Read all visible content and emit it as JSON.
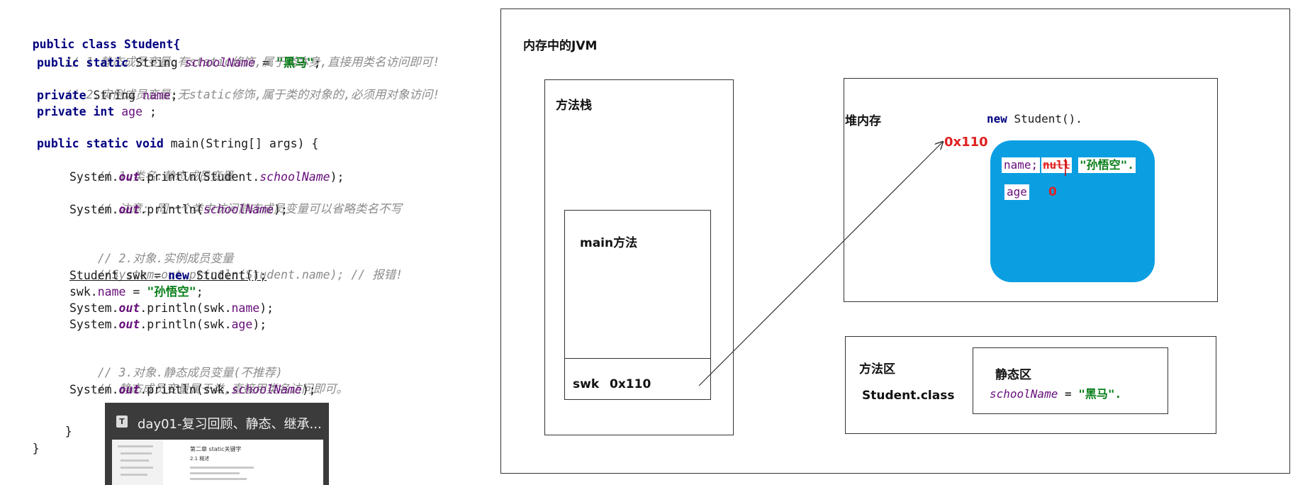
{
  "code": {
    "l1": "public class Student{",
    "l2": "// 1.静态成员变量:有static修饰,属于类本身,直接用类名访问即可!",
    "l3_kw": "public static",
    "l3_type": " String ",
    "l3_field": "schoolName",
    "l3_eq": " = ",
    "l3_val": "\"黑马\"",
    "l3_end": ";",
    "l4": "// 2.实例成员变量:无static修饰,属于类的对象的,必须用对象访问!",
    "l5_kw": "private",
    "l5_rest": " String ",
    "l5_field": "name",
    "l5_end": ";",
    "l6_kw": "private int",
    "l6_field": " age",
    "l6_end": " ;",
    "l7_kw": "public static void",
    "l7_rest": " main(String[] args) {",
    "l8": "// 1.类名.静态成员变量",
    "l9_a": "System.",
    "l9_out": "out",
    "l9_b": ".println(Student.",
    "l9_field": "schoolName",
    "l9_c": ");",
    "l10": "// 注意: 同一个类中访问静态成员变量可以省略类名不写",
    "l11_a": "System.",
    "l11_out": "out",
    "l11_b": ".println(",
    "l11_field": "schoolName",
    "l11_c": ");",
    "l12": "// 2.对象.实例成员变量",
    "l13": "//System.out.println(Student.name); // 报错!",
    "l14_a": "Student swk = ",
    "l14_kw": "new",
    "l14_b": " Student();",
    "l15_a": "swk.",
    "l15_field": "name",
    "l15_b": " = ",
    "l15_val": "\"孙悟空\"",
    "l15_c": ";",
    "l16_a": "System.",
    "l16_out": "out",
    "l16_b": ".println(swk.",
    "l16_field": "name",
    "l16_c": ");",
    "l17_a": "System.",
    "l17_out": "out",
    "l17_b": ".println(swk.",
    "l17_field": "age",
    "l17_c": ");",
    "l18": "// 3.对象.静态成员变量(不推荐)",
    "l19": "// 静态成员变量属于类,直接用类名访问即可。",
    "l20_a": "System.",
    "l20_out": "out",
    "l20_b": ".println(swk.",
    "l20_field": "schoolName",
    "l20_c": ");",
    "l21": "}",
    "l22": "}"
  },
  "taskbar": {
    "title": "day01-复习回顾、静态、继承...",
    "thumb_heading": "第二章 static关键字",
    "thumb_sub": "2.1 概述"
  },
  "diagram": {
    "jvm_title": "内存中的JVM",
    "stack_title": "方法栈",
    "main_frame_title": "main方法",
    "swk_var": "swk",
    "swk_addr": "0x110",
    "heap_title": "堆内存",
    "new_expr_kw": "new",
    "new_expr_rest": " Student().",
    "heap_addr": "0x110",
    "field_name_label": "name;",
    "field_name_old": "null",
    "field_name_value": "\"孙悟空\".",
    "field_age_label": "age",
    "field_age_value": "0",
    "method_area_title": "方法区",
    "class_label": "Student.class",
    "static_area_title": "静态区",
    "static_field": "schoolName",
    "static_eq": " = ",
    "static_value": "\"黑马\"."
  },
  "colors": {
    "keyword": "#000080",
    "comment": "#8c8c8c",
    "string": "#067d17",
    "field": "#660e7a",
    "object_fill": "#0b9fe2",
    "address_red": "#e02020"
  }
}
